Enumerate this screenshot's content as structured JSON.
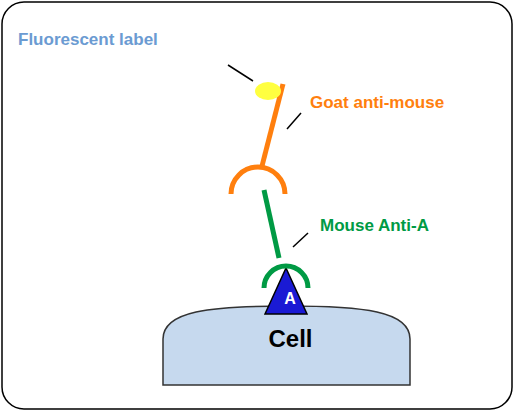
{
  "diagram": {
    "nodes": [
      {
        "text": [
          "Cell"
        ]
      },
      {
        "text": [
          "A"
        ]
      }
    ],
    "labels": [
      "Fluorescent label",
      "Goat anti-mouse",
      "Mouse Anti-A"
    ]
  }
}
